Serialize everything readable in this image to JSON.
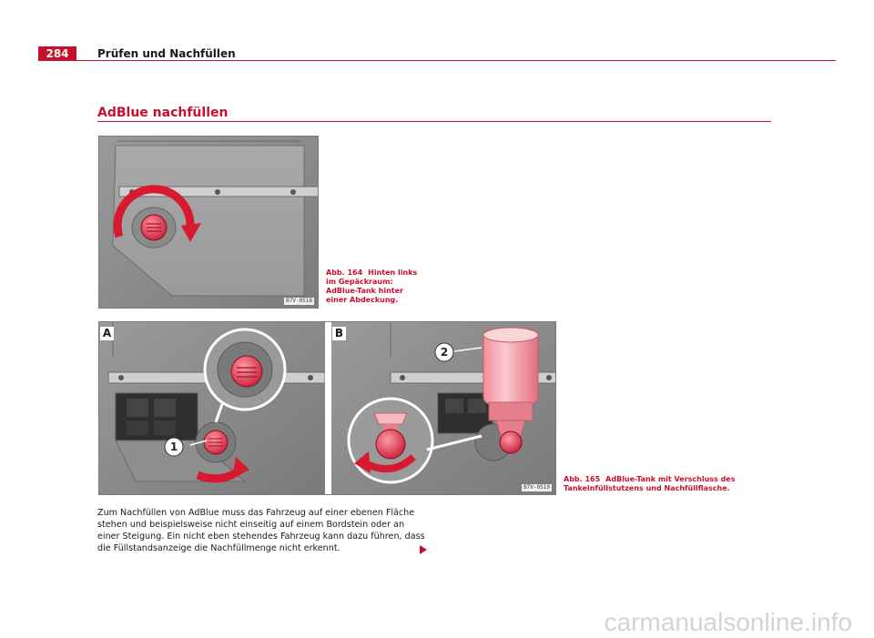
{
  "header": {
    "page_number": "284",
    "title": "Prüfen und Nachfüllen"
  },
  "section": {
    "title": "AdBlue nachfüllen"
  },
  "figure1": {
    "code": "B7V-0518",
    "caption_num": "Abb. 164",
    "caption_text": "Hinten links im Gepäckraum: AdBlue-Tank hinter einer Abdeckung."
  },
  "figure2": {
    "code": "B7V-0519",
    "panel_a": "A",
    "panel_b": "B",
    "callout_1": "1",
    "callout_2": "2",
    "caption_num": "Abb. 165",
    "caption_text": "AdBlue-Tank mit Verschluss des Tankeinfüllstutzens und Nachfüllflasche."
  },
  "body": {
    "paragraph": "Zum Nachfüllen von AdBlue muss das Fahrzeug auf einer ebenen Fläche stehen und beispielsweise nicht einseitig auf einem Bordstein oder an einer Steigung. Ein nicht eben stehendes Fahrzeug kann dazu führen, dass die Füllstandsanzeige die Nachfüllmenge nicht erkennt."
  },
  "watermark": "carmanualsonline.info",
  "colors": {
    "accent": "#c8102e",
    "cap": "#e23a4c",
    "bottle": "#f2a0a8"
  }
}
